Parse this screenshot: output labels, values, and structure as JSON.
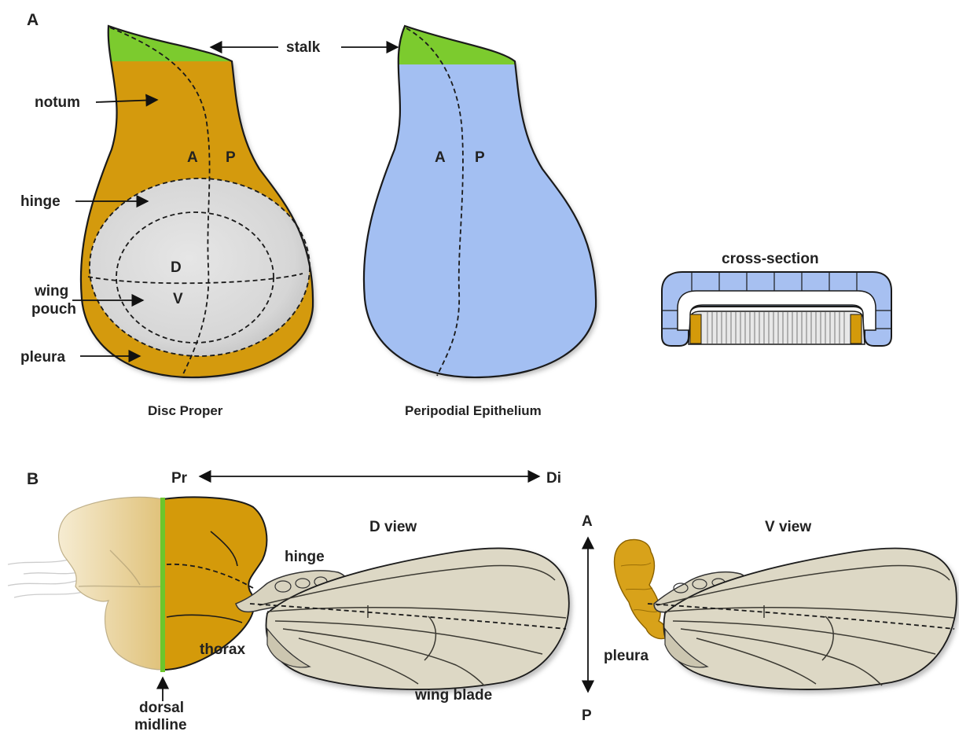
{
  "panel_a": {
    "panel_label": "A",
    "stalk": "stalk",
    "notum": "notum",
    "hinge": "hinge",
    "wing_pouch_line1": "wing",
    "wing_pouch_line2": "pouch",
    "pleura": "pleura",
    "compartment_a": "A",
    "compartment_p": "P",
    "compartment_d": "D",
    "compartment_v": "V",
    "disc_proper": "Disc Proper",
    "peripodial_epithelium": "Peripodial Epithelium",
    "cross_section": "cross-section"
  },
  "panel_b": {
    "panel_label": "B",
    "proximal": "Pr",
    "distal": "Di",
    "d_view": "D view",
    "v_view": "V view",
    "hinge": "hinge",
    "thorax": "thorax",
    "dorsal_midline_line1": "dorsal",
    "dorsal_midline_line2": "midline",
    "wing_blade": "wing blade",
    "pleura": "pleura",
    "anterior": "A",
    "posterior": "P"
  },
  "colors": {
    "notum_orange": "#d49a0a",
    "stalk_green": "#7ccb2e",
    "pouch_gray": "#d8d8d8",
    "peripodial_blue": "#a3bff2",
    "wing_beige": "#ddd8c5",
    "midline_green": "#6cc62c"
  }
}
